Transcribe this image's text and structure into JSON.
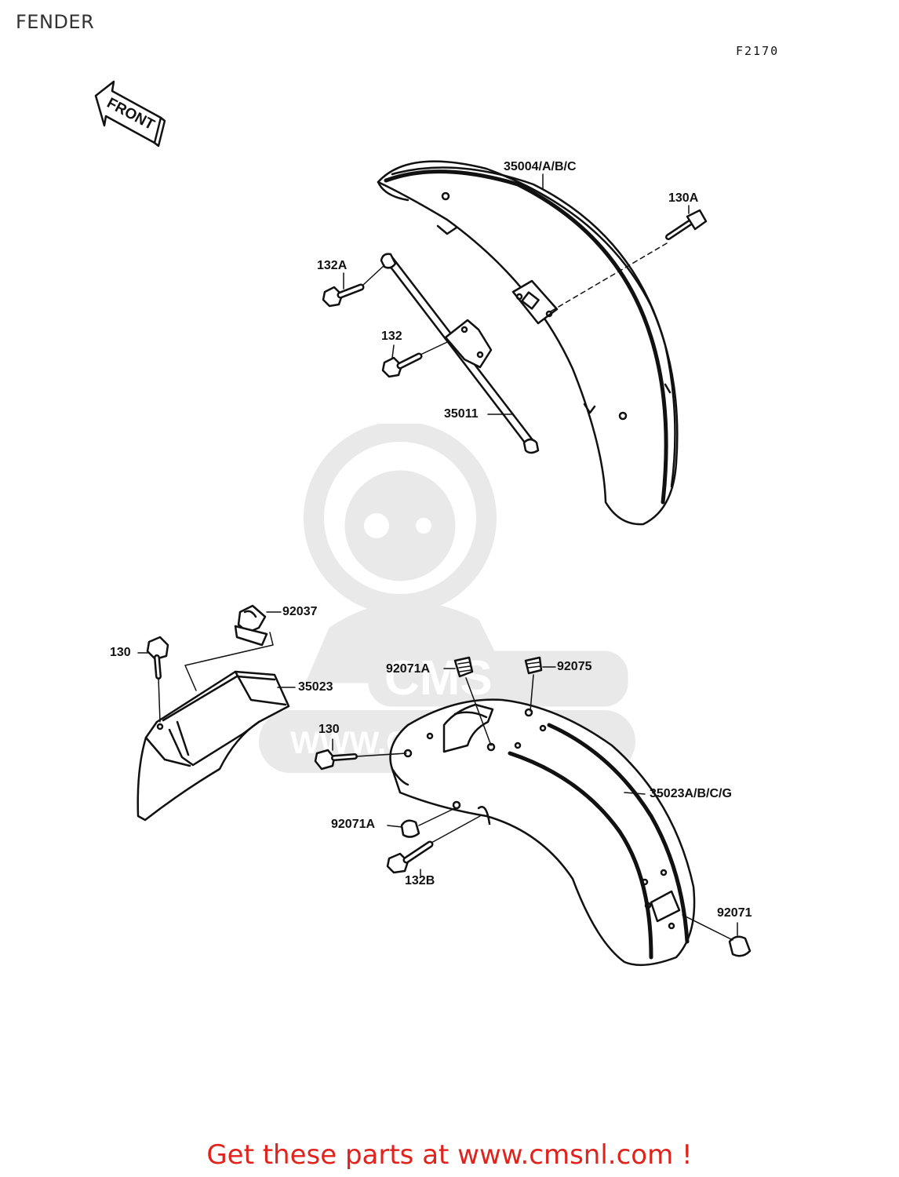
{
  "page": {
    "title": "FENDER",
    "diagram_code": "F2170",
    "footer_text": "Get these parts at www.cmsnl.com !"
  },
  "front_arrow": {
    "label": "FRONT",
    "icon": "front-arrow-icon"
  },
  "watermark": {
    "text": "WWW.CMSNL.COM",
    "logo": "CMS"
  },
  "callouts": {
    "c35004": "35004/A/B/C",
    "c130A": "130A",
    "c132A": "132A",
    "c132": "132",
    "c35011": "35011",
    "c92037": "92037",
    "c130_top": "130",
    "c35023": "35023",
    "c92071A_top": "92071A",
    "c92075": "92075",
    "c130_mid": "130",
    "c35023ABCG": "35023A/B/C/G",
    "c92071A_bottom": "92071A",
    "c132B": "132B",
    "c92071": "92071"
  }
}
